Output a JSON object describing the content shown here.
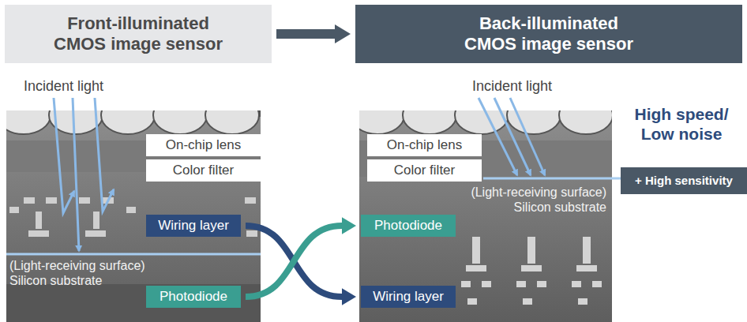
{
  "diagram": {
    "nodes": [
      {
        "text": [
          "Front-illuminated CMOS image sensor"
        ]
      },
      {
        "text": [
          "Back-illuminated CMOS image sensor"
        ]
      },
      {
        "text": [
          "On-chip lens"
        ]
      },
      {
        "text": [
          "Color filter"
        ]
      },
      {
        "text": [
          "Wiring layer"
        ]
      },
      {
        "text": [
          "Photodiode"
        ]
      },
      {
        "text": [
          "On-chip lens"
        ]
      },
      {
        "text": [
          "Color filter"
        ]
      },
      {
        "text": [
          "+ High sensitivity"
        ]
      },
      {
        "text": [
          "Photodiode"
        ]
      },
      {
        "text": [
          "Wiring layer"
        ]
      }
    ],
    "edges": [
      {
        "from": 0,
        "to": 1,
        "arrow": "to"
      },
      {
        "from": 4,
        "to": 10,
        "arrow": "to"
      },
      {
        "from": 5,
        "to": 9,
        "arrow": "to"
      }
    ],
    "labels": [
      "Incident light",
      "(Light-receiving surface) Silicon substrate",
      "Incident light",
      "(Light-receiving surface) Silicon substrate",
      "High speed/ Low noise"
    ]
  }
}
